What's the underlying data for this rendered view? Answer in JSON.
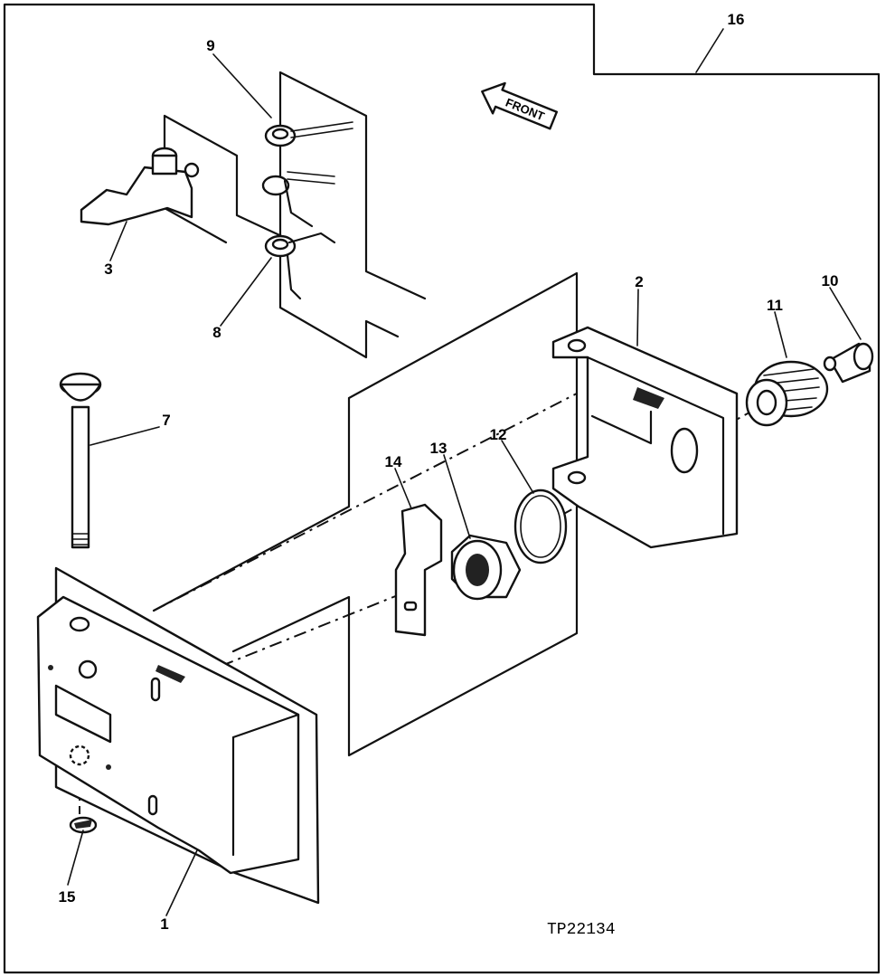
{
  "figure_code": "TP22134",
  "front_label": "FRONT",
  "callouts": [
    {
      "id": "c1",
      "text": "1"
    },
    {
      "id": "c2",
      "text": "2"
    },
    {
      "id": "c3",
      "text": "3"
    },
    {
      "id": "c7",
      "text": "7"
    },
    {
      "id": "c8",
      "text": "8"
    },
    {
      "id": "c9",
      "text": "9"
    },
    {
      "id": "c10",
      "text": "10"
    },
    {
      "id": "c11",
      "text": "11"
    },
    {
      "id": "c12",
      "text": "12"
    },
    {
      "id": "c13",
      "text": "13"
    },
    {
      "id": "c14",
      "text": "14"
    },
    {
      "id": "c15",
      "text": "15"
    },
    {
      "id": "c16",
      "text": "16"
    }
  ]
}
